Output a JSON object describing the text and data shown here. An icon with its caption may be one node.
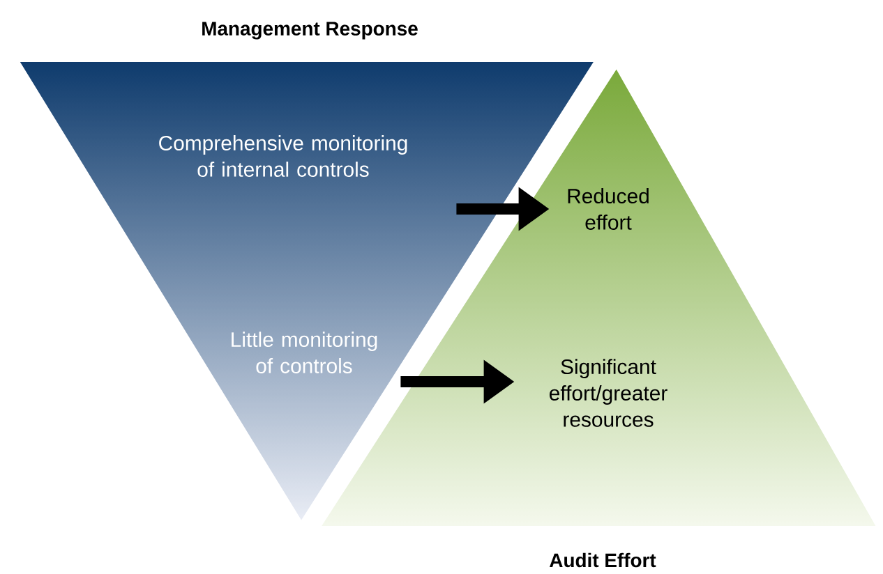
{
  "diagram": {
    "nodes": [
      {
        "text": [
          "Management Response"
        ]
      },
      {
        "text": [
          "Comprehensive monitoring of internal controls"
        ],
        "in": 0
      },
      {
        "text": [
          "Little monitoring of controls"
        ],
        "in": 0
      },
      {
        "text": [
          "Audit Effort"
        ]
      },
      {
        "text": [
          "Reduced effort"
        ],
        "in": 3
      },
      {
        "text": [
          "Significant effort/greater resources"
        ],
        "in": 3
      }
    ],
    "edges": [
      {
        "from": 1,
        "to": 4,
        "arrow": "to"
      },
      {
        "from": 2,
        "to": 5,
        "arrow": "to"
      }
    ]
  }
}
